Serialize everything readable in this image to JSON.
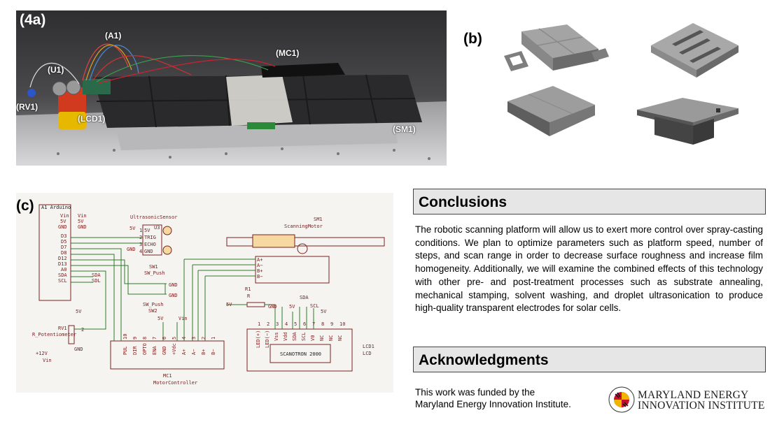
{
  "panel_a": {
    "label": "(4a)",
    "component_labels": {
      "a1": "(A1)",
      "u1": "(U1)",
      "rv1": "(RV1)",
      "mc1": "(MC1)",
      "lcd1": "(LCD1)",
      "sm1": "(SM1)"
    }
  },
  "panel_b": {
    "label": "(b)"
  },
  "panel_c": {
    "label": "(c)",
    "schematic": {
      "arduino": {
        "title": "A1  Arduino",
        "pins": [
          "Vin",
          "5V",
          "GND",
          "D3",
          "D5",
          "D7",
          "D8",
          "D12",
          "D13",
          "A0",
          "SDA",
          "SCL"
        ],
        "nets": [
          "Vin",
          "5V",
          "GND",
          "",
          "",
          "",
          "",
          "",
          "",
          "",
          "SDA",
          "SDL"
        ]
      },
      "ultrasonic": {
        "title": "UltrasonicSensor",
        "ref": "U3",
        "pins": [
          "5V",
          "TRIG",
          "ECHO",
          "GND"
        ],
        "numbers": [
          "1",
          "2",
          "3",
          "4"
        ],
        "left_nets": [
          "5V",
          "",
          "",
          "GND"
        ]
      },
      "sw1": {
        "ref": "SW1",
        "name": "SW_Push"
      },
      "sw2": {
        "ref": "SW2",
        "name": "SW_Push"
      },
      "sw_gnd_1": "GND",
      "sw_gnd_2": "GND",
      "potentiometer": {
        "ref": "RV1",
        "name": "R_Potentiometer",
        "top": "5V",
        "bottom": "GND",
        "wiper": "2"
      },
      "supply": {
        "voltage": "+12V",
        "net": "Vin"
      },
      "motor": {
        "ref": "SM1",
        "name": "ScanningMotor",
        "pins": [
          "A+",
          "A−",
          "B+",
          "B−"
        ]
      },
      "motor_controller": {
        "ref": "MC1",
        "name": "MotorController",
        "pins": [
          "PUL",
          "DIR",
          "OPTO",
          "ENA",
          "GND",
          "+Vdc",
          "A+",
          "A−",
          "B+",
          "B−"
        ],
        "numbers": [
          "10",
          "9",
          "8",
          "7",
          "6",
          "5",
          "4",
          "3",
          "2",
          "1"
        ],
        "net_ena": "5V",
        "net_vdc": "Vin"
      },
      "resistor": {
        "ref": "R1",
        "name": "R",
        "net": "5V"
      },
      "lcd": {
        "ref": "LCD1",
        "name": "LCD",
        "screen": "SCANOTRON 2000",
        "pins": [
          "LED(+)",
          "LED(−)",
          "Vss",
          "Vdd",
          "SDA",
          "SCL",
          "V0",
          "NC",
          "NC",
          "NC"
        ],
        "numbers": [
          "1",
          "2",
          "3",
          "4",
          "5",
          "6",
          "7",
          "8",
          "9",
          "10"
        ],
        "nets": [
          "GND",
          "5V",
          "SDA",
          "SCL",
          "5V"
        ]
      }
    }
  },
  "conclusions": {
    "heading": "Conclusions",
    "body": "The robotic scanning platform will allow us to exert more control over spray-casting conditions.  We plan to optimize parameters such as platform speed, number of steps, and scan range in order to decrease surface roughness and increase film homogeneity.  Additionally, we will examine the combined effects of this technology with other pre- and post-treatment processes such as substrate annealing, mechanical stamping, solvent washing, and droplet ultrasonication to produce high-quality transparent electrodes for solar cells."
  },
  "acknowledgments": {
    "heading": "Acknowledgments",
    "line1": "This work was funded by the",
    "line2": "Maryland Energy Innovation Institute."
  },
  "logo": {
    "line1": "MARYLAND ENERGY",
    "line2": "INNOVATION INSTITUTE",
    "colors": {
      "red": "#c8102e",
      "gold": "#f2b400",
      "black": "#111111"
    }
  }
}
